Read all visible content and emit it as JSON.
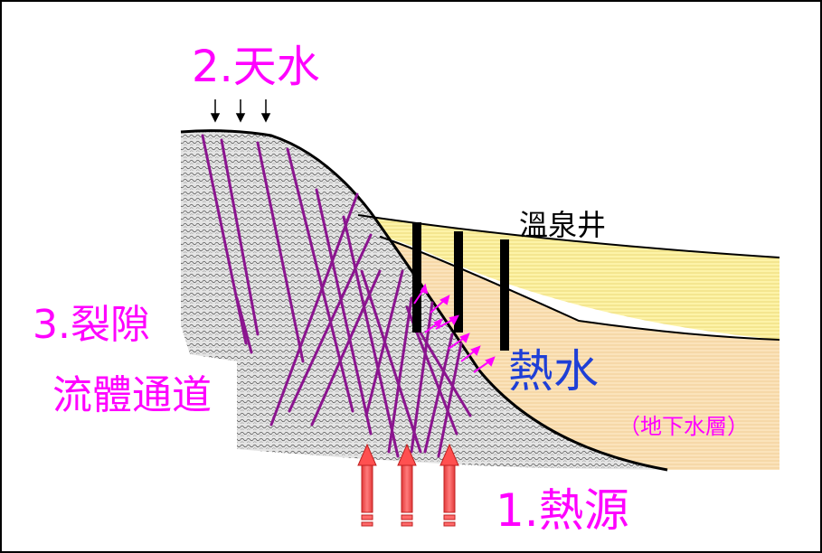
{
  "labels": {
    "rain": "2.天水",
    "fracture": "3.裂隙",
    "channel": "流體通道",
    "well": "溫泉井",
    "hot_water": "熱水",
    "aquifer": "（地下水層）",
    "heat_source": "1.熱源"
  },
  "colors": {
    "label_magenta": "#ff00ff",
    "label_blue": "#1f3fd6",
    "rock_fill": "#d9d9d9",
    "sediment_upper": "#fdf3a8",
    "aquifer_fill": "#fbe2b8",
    "fracture": "#8b158f",
    "heat_arrow": "#ff5b5b"
  }
}
